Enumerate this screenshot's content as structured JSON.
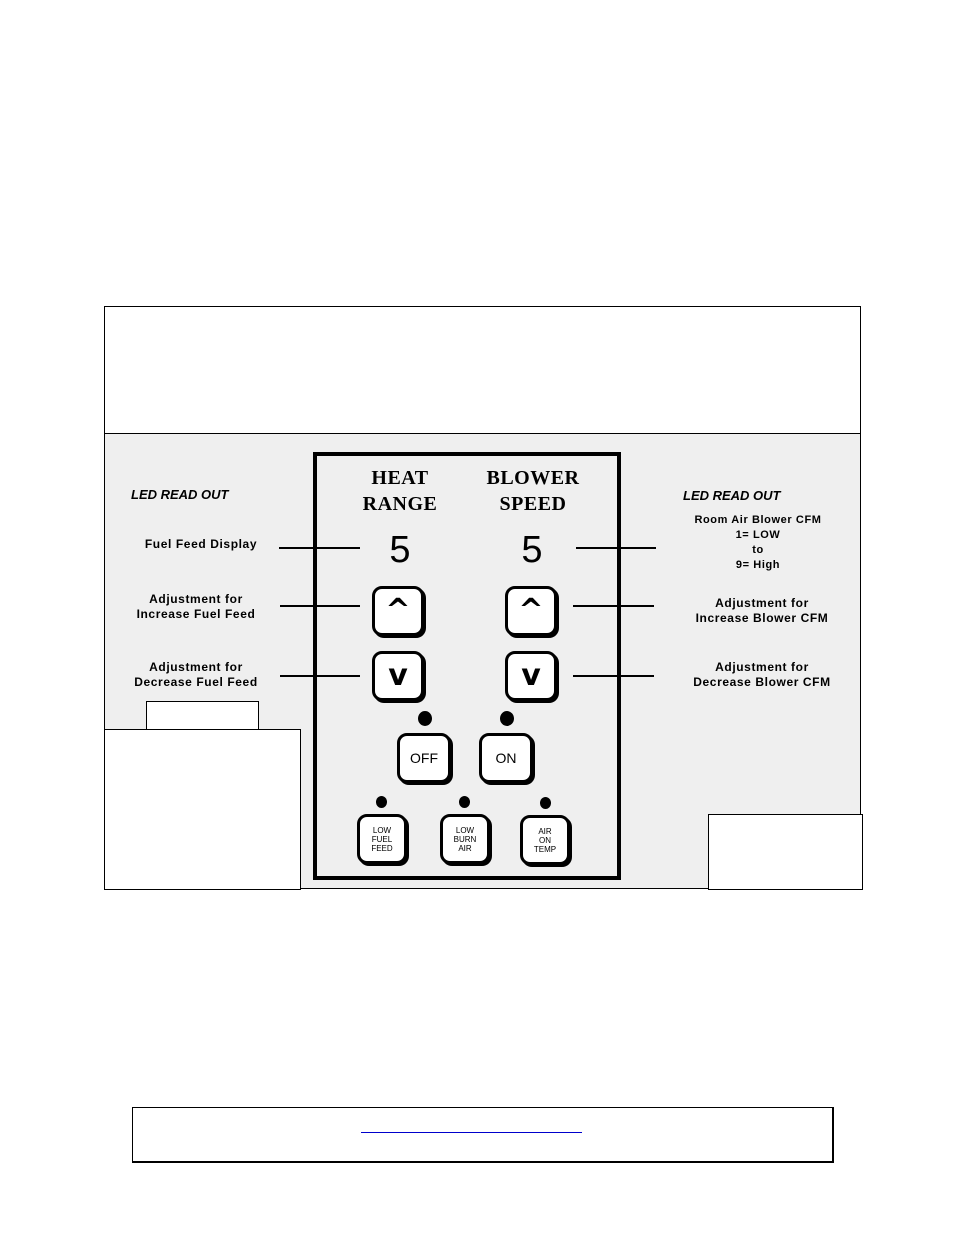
{
  "panel": {
    "heat_title_line1": "HEAT",
    "heat_title_line2": "RANGE",
    "blower_title_line1": "BLOWER",
    "blower_title_line2": "SPEED",
    "heat_readout": "5",
    "blower_readout": "5",
    "up_arrow": "^",
    "down_arrow": "v",
    "off_label": "OFF",
    "on_label": "ON",
    "indicators": [
      {
        "lines": [
          "LOW",
          "FUEL",
          "FEED"
        ]
      },
      {
        "lines": [
          "LOW",
          "BURN",
          "AIR"
        ]
      },
      {
        "lines": [
          "AIR",
          "ON",
          "TEMP"
        ]
      }
    ]
  },
  "left_labels": {
    "led_title": "LED READ OUT",
    "fuel_display": "Fuel Feed Display",
    "increase_line1": "Adjustment for",
    "increase_line2": "Increase Fuel Feed",
    "decrease_line1": "Adjustment for",
    "decrease_line2": "Decrease Fuel Feed"
  },
  "right_labels": {
    "led_title": "LED READ OUT",
    "blower_line1": "Room Air Blower CFM",
    "blower_line2": "1= LOW",
    "blower_line3": "to",
    "blower_line4": "9= High",
    "increase_line1": "Adjustment for",
    "increase_line2": "Increase Blower CFM",
    "decrease_line1": "Adjustment for",
    "decrease_line2": "Decrease Blower CFM"
  },
  "colors": {
    "panel_background": "#efefef",
    "link_underline": "#0000cc"
  }
}
